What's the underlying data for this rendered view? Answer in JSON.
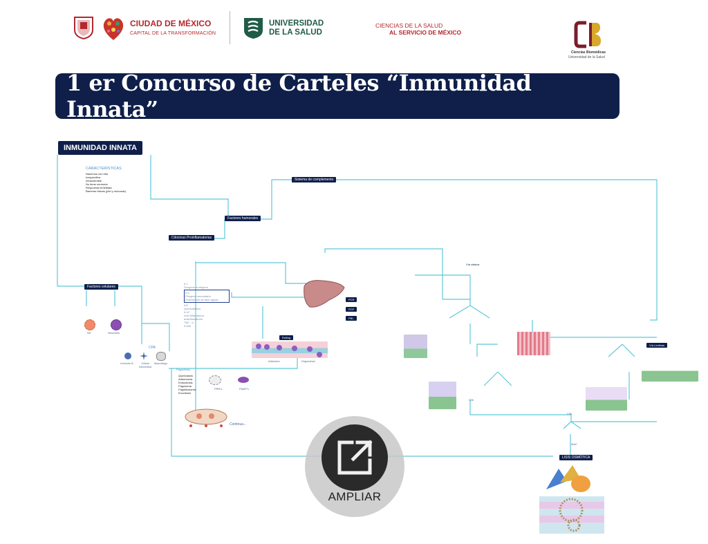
{
  "header": {
    "cdmx_title": "CIUDAD DE MÉXICO",
    "cdmx_subtitle": "CAPITAL DE LA TRANSFORMACIÓN",
    "university_line1": "UNIVERSIDAD",
    "university_line2": "DE LA SALUD",
    "slogan_line1": "CIENCIAS DE LA SALUD",
    "slogan_line2": "AL SERVICIO DE MÉXICO",
    "cb_logo_line1": "Ciencias Biomédicas",
    "cb_logo_line2": "Universidad de la Salud"
  },
  "banner_title": "1 er Concurso de Carteles “Inmunidad Innata”",
  "poster": {
    "main_title": "INMUNIDAD INNATA",
    "caracteristicas_title": "CARACTERISTICAS",
    "caracteristicas": [
      "Nacemos con ella",
      "Inespecífica",
      "Intransferible",
      "No tiene memoria",
      "Respuesta inmediata",
      "Barreras físicas (piel y mucosas)"
    ],
    "factores_humorales": "Factores humorales",
    "sistema_complemento": "Sistema de complemento",
    "citocinas": "Citocinas Proinflamatorias",
    "factores_celulares": "Factores celulares",
    "citocinas_list": [
      "IL1",
      "Pirogeno endógeno",
      "IL6",
      "Pirogeno secundario",
      "Estimulador de fase aguda",
      "IL8",
      "Quimiotáctico",
      "IL10",
      "Anti inflamatoria",
      "antiinflamatorio",
      "TNF - α",
      "ICAM"
    ],
    "liver_labels": [
      "PCR",
      "PCP",
      "PBL"
    ],
    "cells": [
      "NK",
      "Neutrófilo",
      "CPA",
      "Linfocito B",
      "Célula Dendrítica",
      "Macrófago"
    ],
    "rolling": "Rolling",
    "adhesion": "Adhesión",
    "diapedesis": "Diapédesis",
    "fagocitosis_title": "Fagocitosis",
    "fagocitosis_steps": [
      "Quimiotaxis",
      "Adherencia",
      "Endocitosis",
      "Fagosoma",
      "Fagolisosoma",
      "Exocitosis"
    ],
    "receptors": [
      "PRR's",
      "PAMP's"
    ],
    "continua": "Continua...",
    "lisis": "LISIS OSMÓTICA",
    "via_lectinas": "Vía Lectinas",
    "via_clasica": "Vía clásica",
    "c3b": "C3b",
    "c5b": "C5b",
    "mac": "MAC"
  },
  "expand_button": {
    "label": "AMPLIAR",
    "icon": "open-in-new-icon"
  },
  "colors": {
    "navy": "#0f1f4a",
    "line_cyan": "#5cc8d8",
    "red": "#b3282d",
    "green": "#1f5c47"
  }
}
